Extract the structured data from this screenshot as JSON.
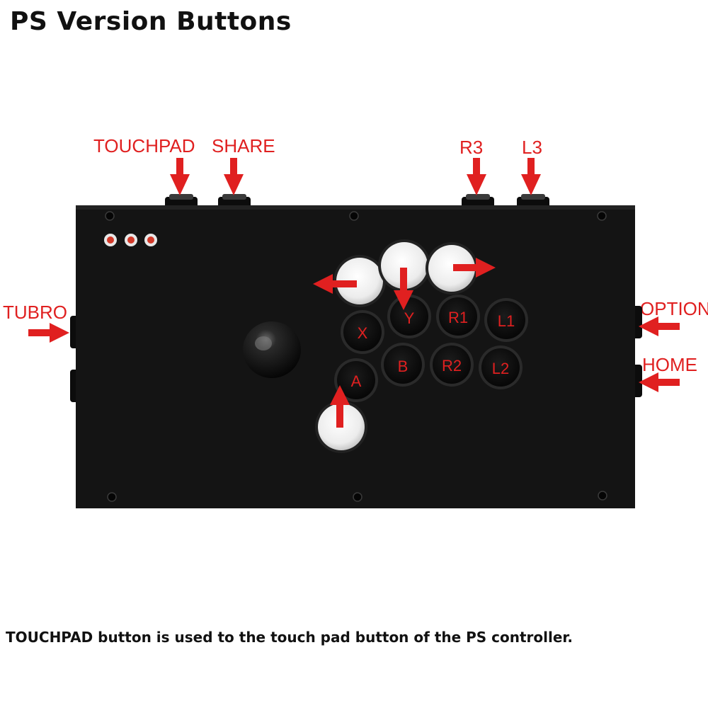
{
  "title": "PS Version Buttons",
  "caption": "TOUCHPAD button is used to the touch pad button of the PS controller.",
  "colors": {
    "accent_red": "#e02020",
    "panel": "#141414",
    "white_button": "#ececec"
  },
  "labels": {
    "touchpad": "TOUCHPAD",
    "share": "SHARE",
    "r3": "R3",
    "l3": "L3",
    "tubro": "TUBRO",
    "option": "OPTION",
    "home": "HOME"
  },
  "buttons": {
    "x": "X",
    "y": "Y",
    "r1": "R1",
    "l1": "L1",
    "a": "A",
    "b": "B",
    "r2": "R2",
    "l2": "L2"
  }
}
